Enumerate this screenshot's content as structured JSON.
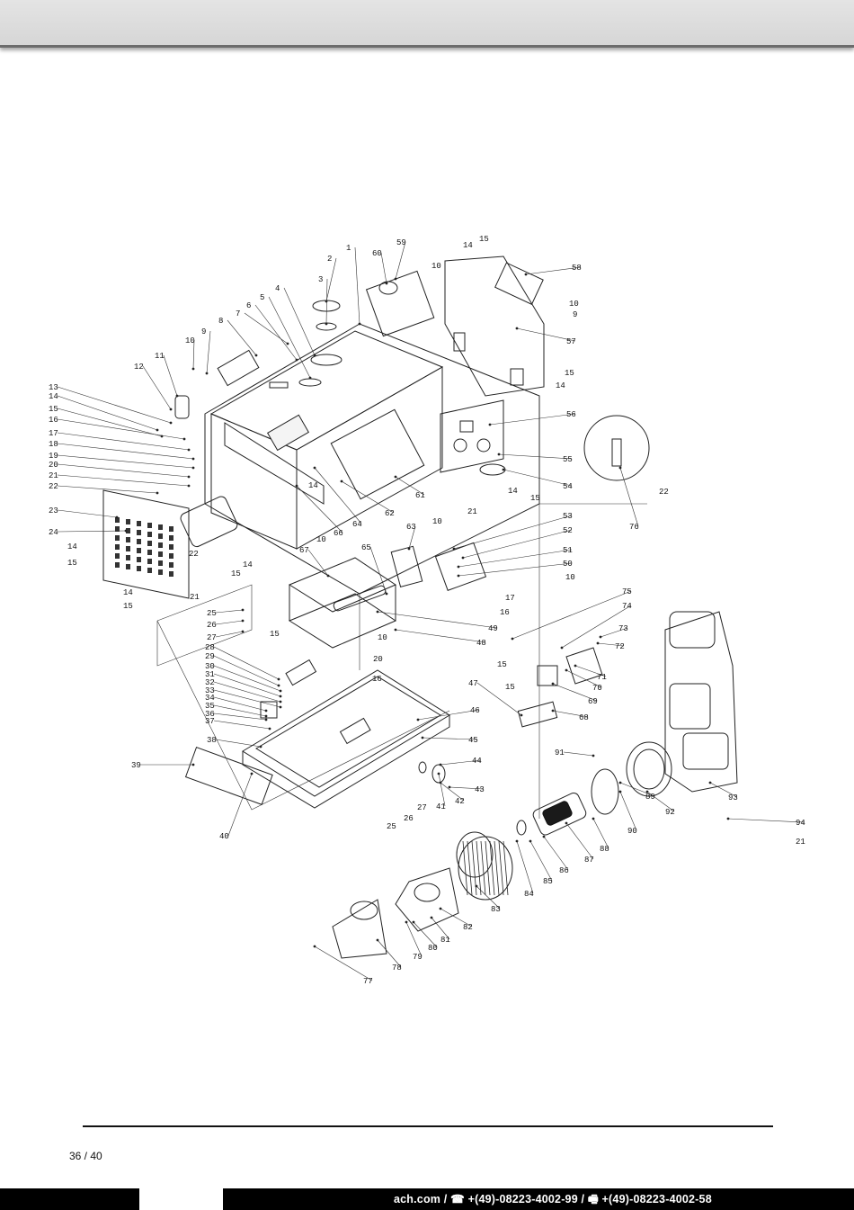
{
  "page": {
    "page_number": "36 / 40",
    "contact_line": "ach.com / ☎ +(49)-08223-4002-99 / 🖷 +(49)-08223-4002-58"
  },
  "diagram": {
    "callouts": [
      "1",
      "2",
      "3",
      "4",
      "5",
      "6",
      "7",
      "8",
      "9",
      "10",
      "11",
      "12",
      "13",
      "14",
      "15",
      "16",
      "17",
      "18",
      "19",
      "20",
      "21",
      "22",
      "23",
      "24",
      "25",
      "26",
      "27",
      "28",
      "29",
      "30",
      "31",
      "32",
      "33",
      "34",
      "35",
      "36",
      "37",
      "38",
      "39",
      "40",
      "41",
      "42",
      "43",
      "44",
      "45",
      "46",
      "47",
      "48",
      "49",
      "50",
      "51",
      "52",
      "53",
      "54",
      "55",
      "56",
      "57",
      "58",
      "59",
      "60",
      "61",
      "62",
      "63",
      "64",
      "65",
      "66",
      "67",
      "68",
      "69",
      "70",
      "71",
      "72",
      "73",
      "74",
      "75",
      "76",
      "77",
      "78",
      "79",
      "80",
      "81",
      "82",
      "83",
      "84",
      "85",
      "86",
      "87",
      "88",
      "89",
      "90",
      "91",
      "92",
      "93",
      "94"
    ]
  }
}
